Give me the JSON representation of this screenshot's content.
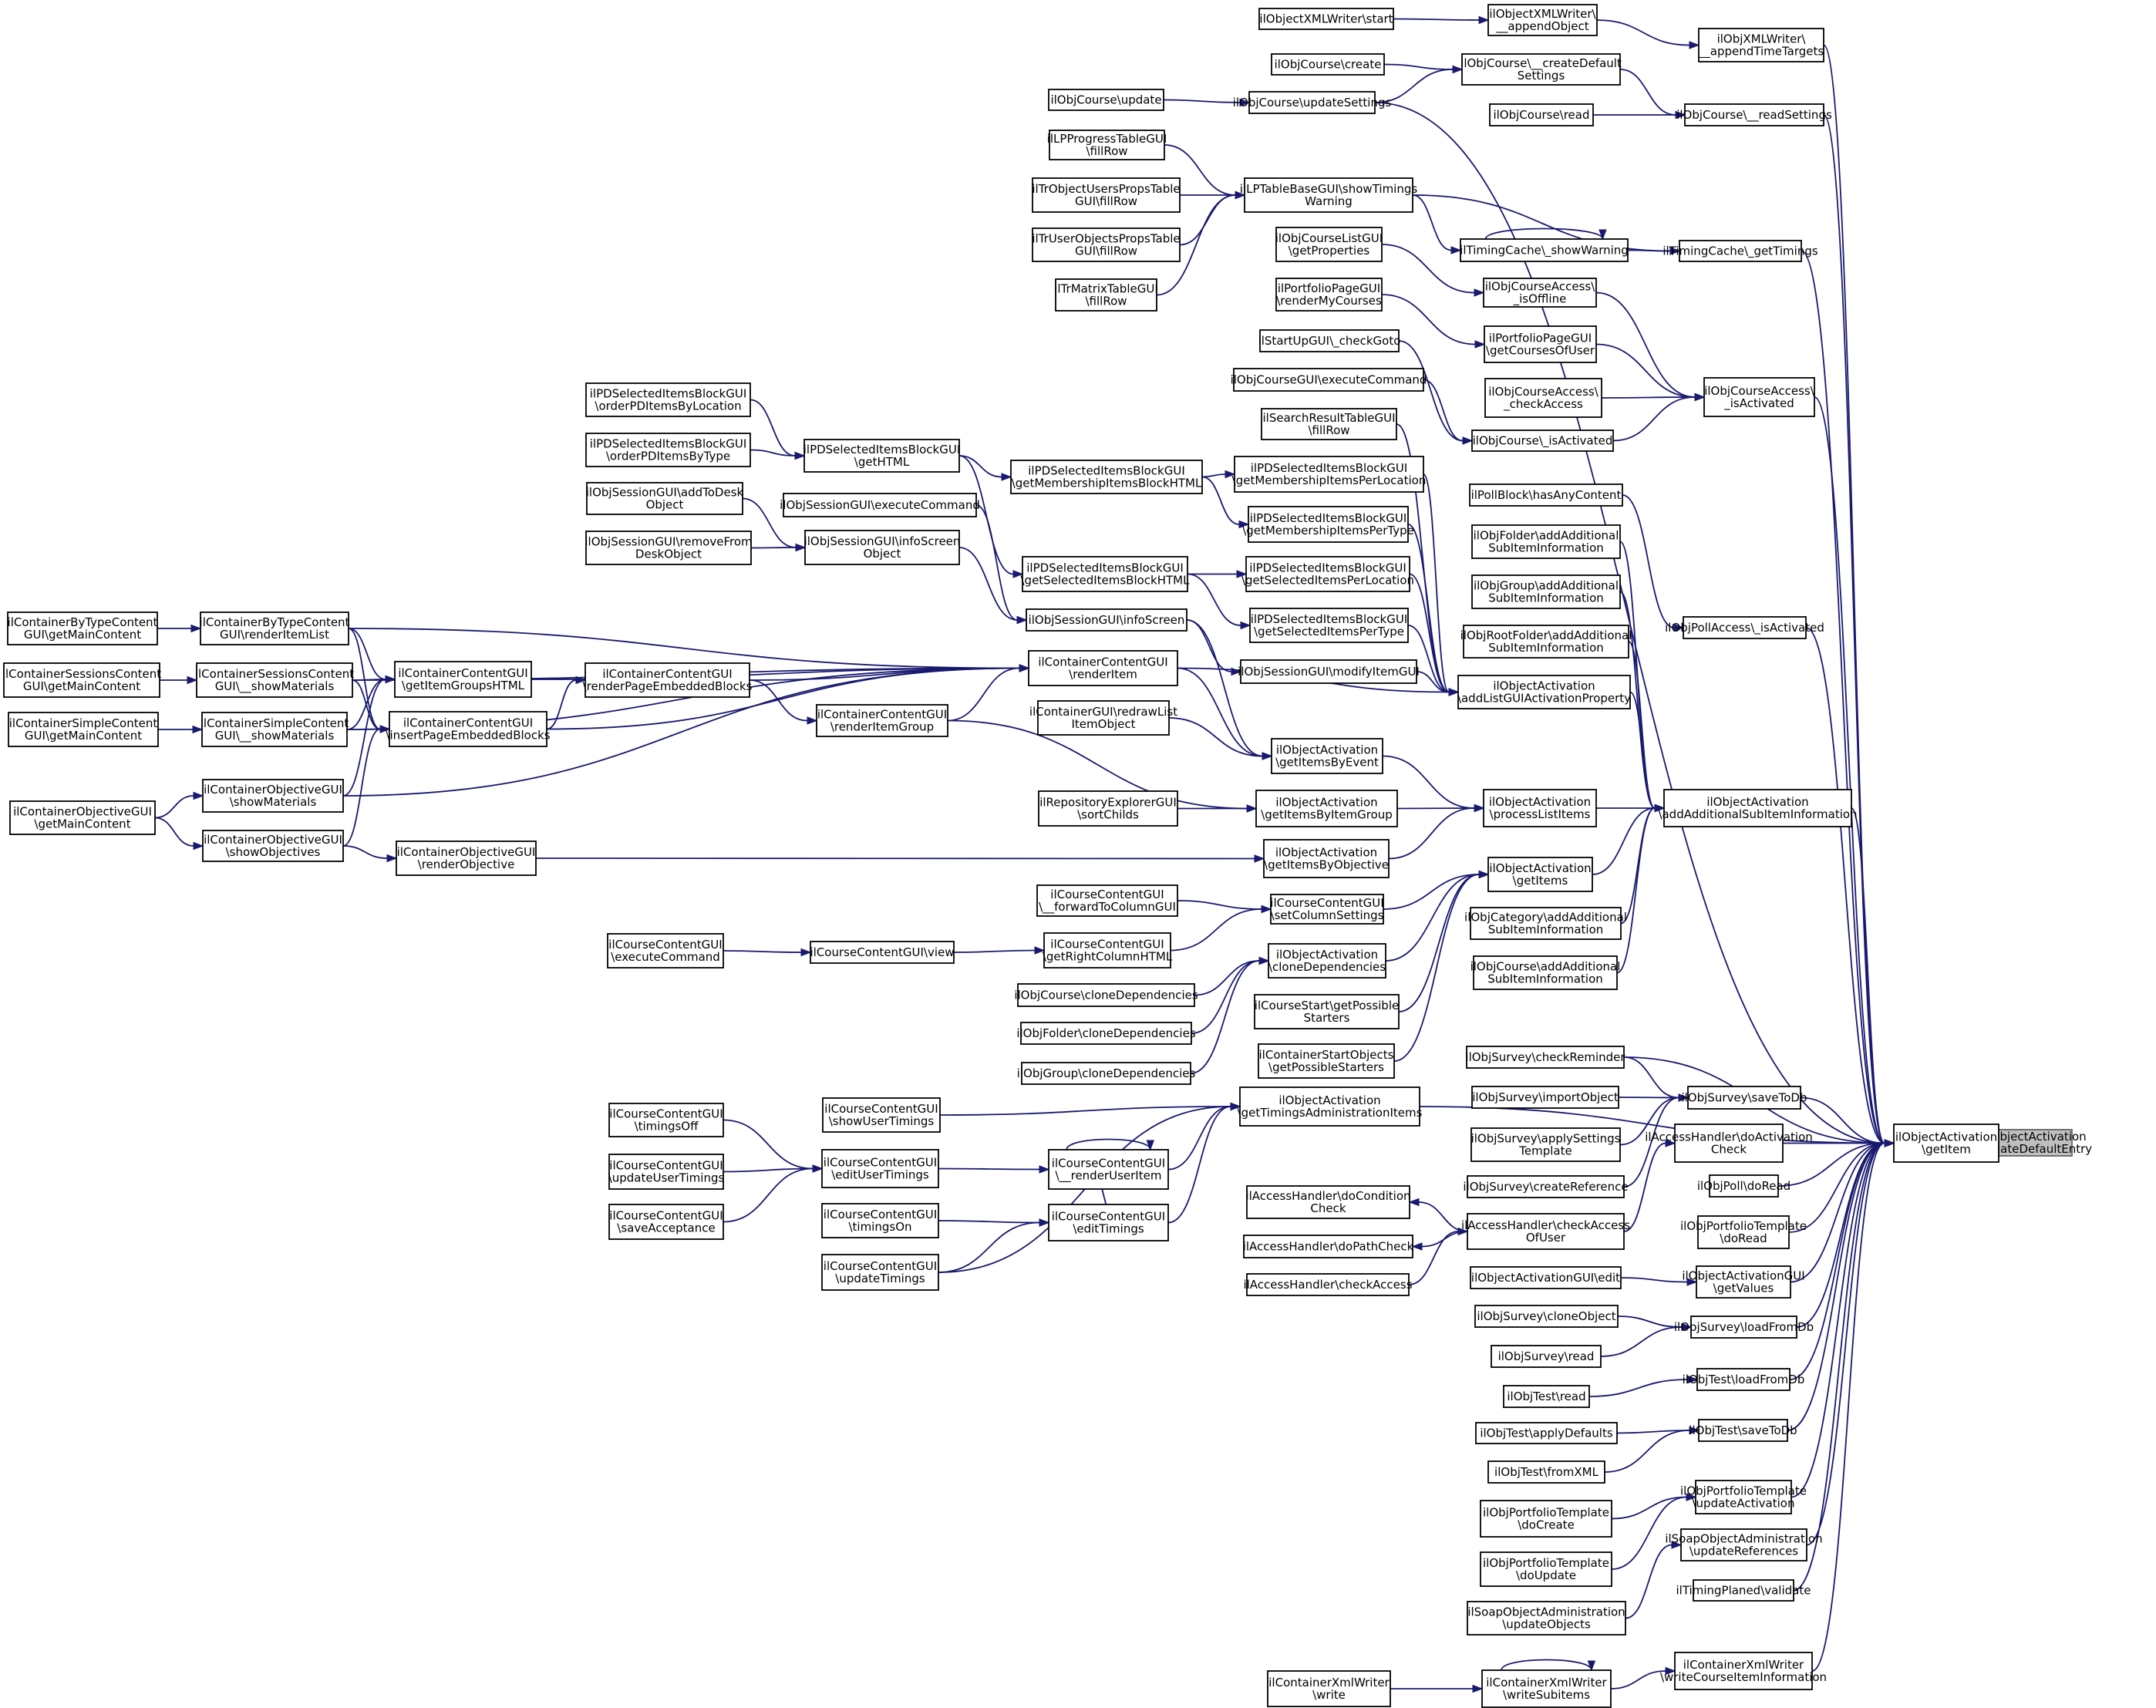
{
  "colors": {
    "edge": "#191970",
    "node_border": "#000000",
    "root_fill": "#bfbfbf",
    "root_border": "#666666"
  },
  "nodes": {
    "n0": "ilObjectActivation\n\\createDefaultEntry",
    "n1": "ilObjectActivation\n\\getItem",
    "n2": "ilAccessHandler\\doActivation\nCheck",
    "n3": "ilObjectActivation\n\\addAdditionalSubItemInformation",
    "n4": "ilObjCourseAccess\\\n_isActivated",
    "n5": "ilObjCourse\\_isActivated",
    "n6": "ilObjCourseAccess\\\n_checkAccess",
    "n7": "ilObjPollAccess\\_isActivated",
    "n8": "ilPollBlock\\hasAnyContent",
    "n9": "ilObjCourse\\__readSettings",
    "n10": "ilObjCourse\\read",
    "n11": "ilObjCourse\\__createDefault\nSettings",
    "n12": "ilObjCourse\\create",
    "n13": "ilObjCourse\\updateSettings",
    "n14": "ilObjCourse\\update",
    "n15": "ilObjXMLWriter\\\n__appendTimeTargets",
    "n16": "ilObjectXMLWriter\\\n__appendObject",
    "n17": "ilObjectXMLWriter\\start",
    "n18": "ilTimingCache\\_getTimings",
    "n19": "ilLPTableBaseGUI\\showTimings\nWarning",
    "n20": "ilLPProgressTableGUI\n\\fillRow",
    "n21": "ilTrObjectUsersPropsTable\nGUI\\fillRow",
    "n22": "ilTrUserObjectsPropsTable\nGUI\\fillRow",
    "n23": "ilTrMatrixTableGUI\n\\fillRow",
    "n24": "ilTimingCache\\_showWarning",
    "n25": "ilObjCourseAccess\\\n_isOffline",
    "n26": "ilObjCourseListGUI\n\\getProperties",
    "n27": "ilPortfolioPageGUI\n\\getCoursesOfUser",
    "n28": "ilPortfolioPageGUI\n\\renderMyCourses",
    "n29": "ilStartUpGUI\\_checkGoto",
    "n30": "ilObjCourseGUI\\executeCommand",
    "n31": "ilSearchResultTableGUI\n\\fillRow",
    "n32": "ilObjFolder\\addAdditional\nSubItemInformation",
    "n33": "ilObjGroup\\addAdditional\nSubItemInformation",
    "n34": "ilObjRootFolder\\addAdditional\nSubItemInformation",
    "n35": "ilObjectActivation\n\\addListGUIActivationProperty",
    "n36": "ilPDSelectedItemsBlockGUI\n\\getMembershipItemsPerLocation",
    "n37": "ilPDSelectedItemsBlockGUI\n\\getMembershipItemsPerType",
    "n38": "ilPDSelectedItemsBlockGUI\n\\getSelectedItemsPerLocation",
    "n39": "ilPDSelectedItemsBlockGUI\n\\getSelectedItemsPerType",
    "n40": "ilObjSessionGUI\\modifyItemGUI",
    "n41": "ilPDSelectedItemsBlockGUI\n\\getMembershipItemsBlockHTML",
    "n42": "ilPDSelectedItemsBlockGUI\n\\getSelectedItemsBlockHTML",
    "n43": "ilPDSelectedItemsBlockGUI\n\\getHTML",
    "n44": "ilPDSelectedItemsBlockGUI\n\\orderPDItemsByLocation",
    "n45": "ilPDSelectedItemsBlockGUI\n\\orderPDItemsByType",
    "n46": "ilObjSessionGUI\\infoScreen",
    "n47": "ilObjSessionGUI\\executeCommand",
    "n48": "ilObjSessionGUI\\infoScreen\nObject",
    "n49": "ilObjSessionGUI\\addToDesk\nObject",
    "n50": "ilObjSessionGUI\\removeFrom\nDeskObject",
    "n51": "ilObjectActivation\n\\processListItems",
    "n52": "ilObjectActivation\n\\getItemsByEvent",
    "n53": "ilObjectActivation\n\\getItemsByItemGroup",
    "n54": "ilObjectActivation\n\\getItemsByObjective",
    "n55": "ilContainerContentGUI\n\\renderItem",
    "n56": "ilContainerGUI\\redrawList\nItemObject",
    "n57": "ilRepositoryExplorerGUI\n\\sortChilds",
    "n58": "ilContainerContentGUI\n\\renderItemGroup",
    "n59": "ilContainerContentGUI\n\\renderPageEmbeddedBlocks",
    "n60": "ilContainerContentGUI\n\\getItemGroupsHTML",
    "n61": "ilContainerContentGUI\n\\insertPageEmbeddedBlocks",
    "n62": "ilContainerByTypeContent\nGUI\\renderItemList",
    "n63": "ilContainerSessionsContent\nGUI\\__showMaterials",
    "n64": "ilContainerSimpleContent\nGUI\\__showMaterials",
    "n65": "ilContainerObjectiveGUI\n\\showMaterials",
    "n66": "ilContainerObjectiveGUI\n\\showObjectives",
    "n67": "ilContainerByTypeContent\nGUI\\getMainContent",
    "n68": "ilContainerSessionsContent\nGUI\\getMainContent",
    "n69": "ilContainerSimpleContent\nGUI\\getMainContent",
    "n70": "ilContainerObjectiveGUI\n\\getMainContent",
    "n71": "ilContainerObjectiveGUI\n\\renderObjective",
    "n72": "ilObjectActivation\n\\getItems",
    "n73": "ilCourseContentGUI\n\\setColumnSettings",
    "n74": "ilCourseContentGUI\n\\__forwardToColumnGUI",
    "n75": "ilCourseContentGUI\n\\getRightColumnHTML",
    "n76": "ilCourseContentGUI\\view",
    "n77": "ilCourseContentGUI\n\\executeCommand",
    "n78": "ilObjectActivation\n\\cloneDependencies",
    "n79": "ilObjCourse\\cloneDependencies",
    "n80": "ilObjFolder\\cloneDependencies",
    "n81": "ilObjGroup\\cloneDependencies",
    "n82": "ilCourseStart\\getPossible\nStarters",
    "n83": "ilContainerStartObjects\n\\getPossibleStarters",
    "n84": "ilObjCategory\\addAdditional\nSubItemInformation",
    "n85": "ilObjCourse\\addAdditional\nSubItemInformation",
    "n86": "ilObjSurvey\\checkReminder",
    "n87": "ilObjSurvey\\saveToDb",
    "n88": "ilObjSurvey\\importObject",
    "n89": "ilObjSurvey\\applySettings\nTemplate",
    "n90": "ilObjSurvey\\createReference",
    "n91": "ilAccessHandler\\checkAccess\nOfUser",
    "n92": "ilAccessHandler\\doCondition\nCheck",
    "n93": "ilAccessHandler\\doPathCheck",
    "n94": "ilAccessHandler\\checkAccess",
    "n95": "ilObjPoll\\doRead",
    "n96": "ilObjPortfolioTemplate\n\\doRead",
    "n97": "ilObjectActivationGUI\n\\getValues",
    "n98": "ilObjectActivationGUI\\edit",
    "n99": "ilObjSurvey\\loadFromDb",
    "n100": "ilObjSurvey\\cloneObject",
    "n101": "ilObjSurvey\\read",
    "n102": "ilObjTest\\loadFromDb",
    "n103": "ilObjTest\\read",
    "n104": "ilObjTest\\saveToDb",
    "n105": "ilObjTest\\applyDefaults",
    "n106": "ilObjTest\\fromXML",
    "n107": "ilObjPortfolioTemplate\n\\updateActivation",
    "n108": "ilObjPortfolioTemplate\n\\doCreate",
    "n109": "ilObjPortfolioTemplate\n\\doUpdate",
    "n110": "ilSoapObjectAdministration\n\\updateReferences",
    "n111": "ilSoapObjectAdministration\n\\updateObjects",
    "n112": "ilTimingPlaned\\validate",
    "n113": "ilContainerXmlWriter\n\\writeCourseItemInformation",
    "n114": "ilContainerXmlWriter\n\\writeSubitems",
    "n115": "ilContainerXmlWriter\n\\write",
    "n116": "ilObjectActivation\n\\getTimingsAdministrationItems",
    "n117": "ilCourseContentGUI\n\\showUserTimings",
    "n118": "ilCourseContentGUI\n\\__renderUserItem",
    "n119": "ilCourseContentGUI\n\\editUserTimings",
    "n120": "ilCourseContentGUI\n\\timingsOff",
    "n121": "ilCourseContentGUI\n\\updateUserTimings",
    "n122": "ilCourseContentGUI\n\\saveAcceptance",
    "n123": "ilCourseContentGUI\n\\editTimings",
    "n124": "ilCourseContentGUI\n\\timingsOn",
    "n125": "ilCourseContentGUI\n\\updateTimings"
  }
}
